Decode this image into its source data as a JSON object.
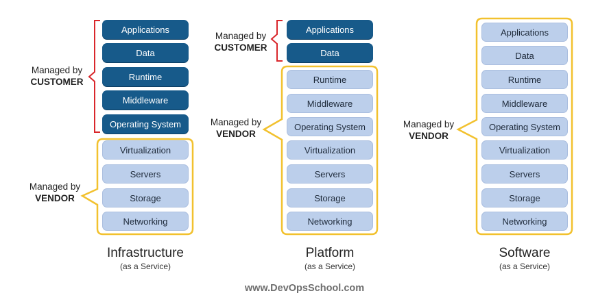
{
  "columns": [
    {
      "title": "Infrastructure",
      "subtitle": "(as a Service)",
      "customer_items": [
        "Applications",
        "Data",
        "Runtime",
        "Middleware",
        "Operating System"
      ],
      "vendor_items": [
        "Virtualization",
        "Servers",
        "Storage",
        "Networking"
      ]
    },
    {
      "title": "Platform",
      "subtitle": "(as a Service)",
      "customer_items": [
        "Applications",
        "Data"
      ],
      "vendor_items": [
        "Runtime",
        "Middleware",
        "Operating System",
        "Virtualization",
        "Servers",
        "Storage",
        "Networking"
      ]
    },
    {
      "title": "Software",
      "subtitle": "(as a Service)",
      "customer_items": [],
      "vendor_items": [
        "Applications",
        "Data",
        "Runtime",
        "Middleware",
        "Operating System",
        "Virtualization",
        "Servers",
        "Storage",
        "Networking"
      ]
    }
  ],
  "labels": {
    "managed_by": "Managed by",
    "customer": "CUSTOMER",
    "vendor": "VENDOR"
  },
  "footer": "www.DevOpsSchool.com",
  "colors": {
    "customer_box": "#175a8a",
    "vendor_box": "#bccfeb",
    "customer_bracket": "#d9262b",
    "vendor_callout": "#f2c12e"
  }
}
